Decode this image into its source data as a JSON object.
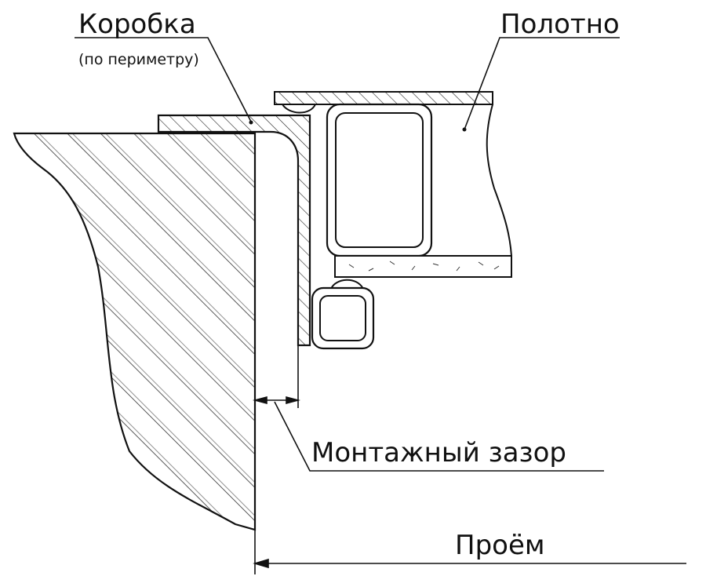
{
  "labels": {
    "frame": "Коробка",
    "frame_note": "(по периметру)",
    "leaf": "Полотно",
    "gap": "Монтажный зазор",
    "opening": "Проём"
  },
  "colors": {
    "line": "#111111",
    "paper": "#ffffff",
    "hatch": "#333333"
  }
}
